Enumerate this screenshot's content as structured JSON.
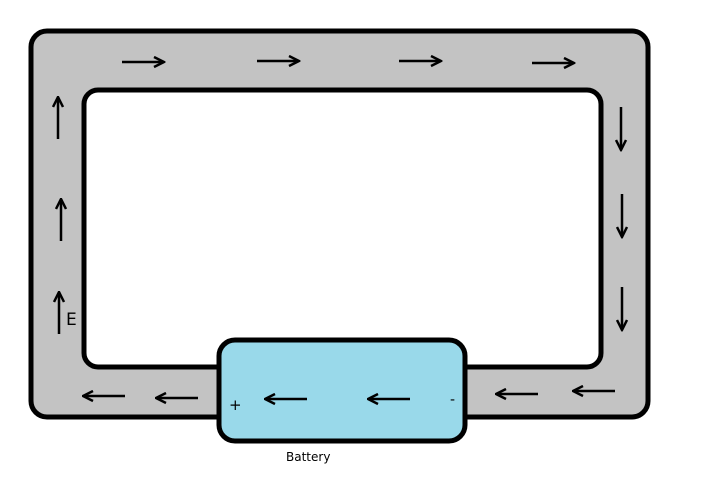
{
  "diagram": {
    "title": "",
    "colors": {
      "wire": "#c3c3c3",
      "battery": "#99d9ea",
      "outline": "#000000",
      "background": "#ffffff"
    },
    "field_label": "E",
    "battery": {
      "label": "Battery",
      "positive_terminal": "+",
      "negative_terminal": "-"
    },
    "arrows": {
      "top": {
        "count": 4,
        "direction": "right"
      },
      "right": {
        "count": 3,
        "direction": "down"
      },
      "bottom_right": {
        "count": 2,
        "direction": "left"
      },
      "battery_interior": {
        "count": 2,
        "direction": "left"
      },
      "bottom_left": {
        "count": 2,
        "direction": "left"
      },
      "left": {
        "count": 3,
        "direction": "up"
      }
    }
  }
}
